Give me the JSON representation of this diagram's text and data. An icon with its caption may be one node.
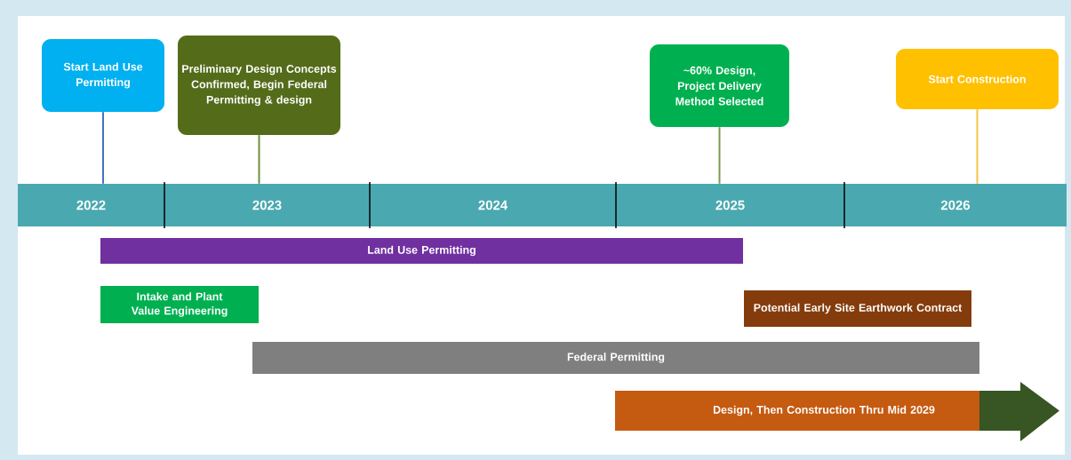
{
  "diagram": {
    "nodes": [
      {
        "text": [
          "Start Land Use Permitting"
        ]
      },
      {
        "text": [
          "Preliminary Design Concepts Confirmed, Begin Federal Permitting & design"
        ]
      },
      {
        "text": [
          "~60% Design, Project Delivery Method Selected"
        ]
      },
      {
        "text": [
          "Start Construction"
        ]
      },
      {
        "text": [
          "2022"
        ]
      },
      {
        "text": [
          "2023"
        ]
      },
      {
        "text": [
          "2024"
        ]
      },
      {
        "text": [
          "2025"
        ]
      },
      {
        "text": [
          "2026"
        ]
      },
      {
        "text": [
          "Land Use Permitting"
        ]
      },
      {
        "text": [
          "Intake and Plant Value Engineering"
        ]
      },
      {
        "text": [
          "Potential Early Site Earthwork Contract"
        ]
      },
      {
        "text": [
          "Federal Permitting"
        ]
      },
      {
        "text": [
          "Design, Then Construction Thru Mid 2029"
        ]
      }
    ],
    "edges": [
      {
        "from": 0,
        "to": 4,
        "arrow": "none",
        "color": "#4472c4"
      },
      {
        "from": 1,
        "to": 5,
        "arrow": "none",
        "color": "#6f8f3f"
      },
      {
        "from": 2,
        "to": 7,
        "arrow": "none",
        "color": "#7a9a50"
      },
      {
        "from": 3,
        "to": 8,
        "arrow": "none",
        "color": "#f5c242"
      }
    ]
  }
}
